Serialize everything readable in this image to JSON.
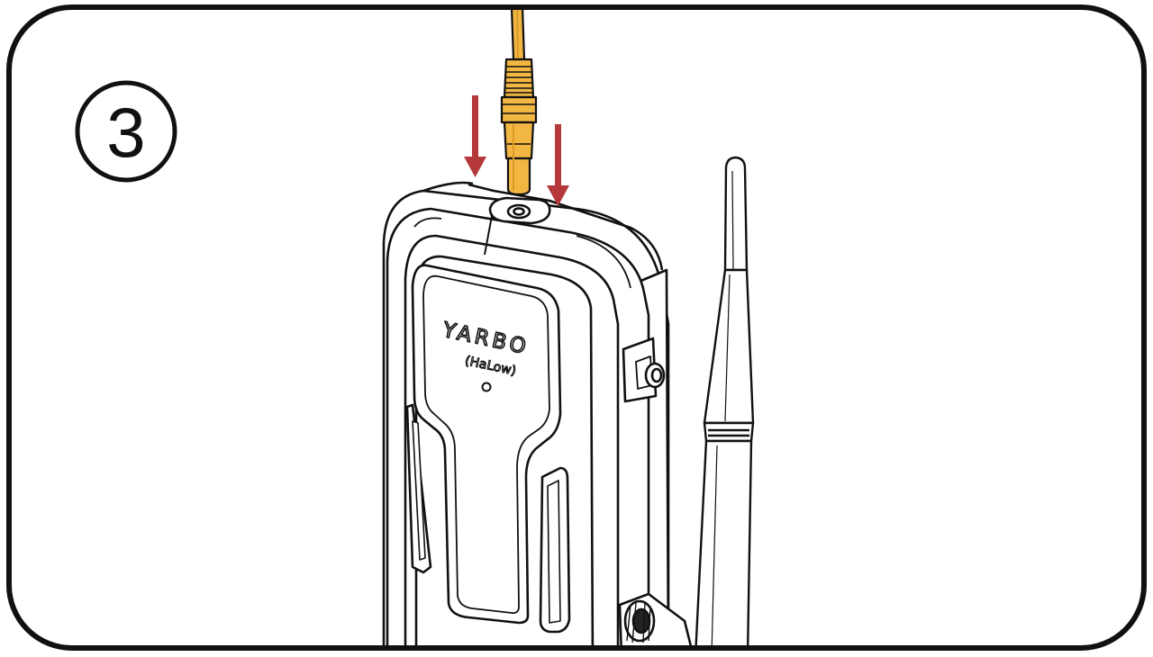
{
  "step": {
    "number": "3"
  },
  "device": {
    "brand": "YARBO",
    "subtitle": "(HaLow)"
  },
  "colors": {
    "outline": "#111111",
    "cable": "#f2b642",
    "cable_shade": "#d99a22",
    "arrow": "#b5383a",
    "background": "#ffffff"
  }
}
